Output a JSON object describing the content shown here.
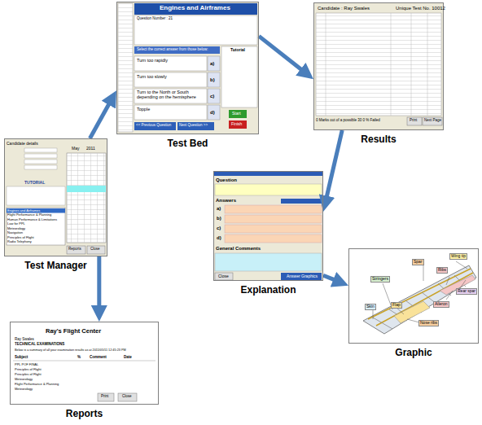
{
  "diagram": {
    "nodes": [
      {
        "text": [
          "Test Bed"
        ]
      },
      {
        "text": [
          "Results"
        ]
      },
      {
        "text": [
          "Test Manager"
        ]
      },
      {
        "text": [
          "Explanation"
        ]
      },
      {
        "text": [
          "Graphic"
        ]
      },
      {
        "text": [
          "Reports"
        ]
      }
    ],
    "edges": [
      {
        "from": 2,
        "to": 0,
        "arrow": "to"
      },
      {
        "from": 0,
        "to": 1,
        "arrow": "to"
      },
      {
        "from": 1,
        "to": 3,
        "arrow": "to"
      },
      {
        "from": 3,
        "to": 4,
        "arrow": "to"
      },
      {
        "from": 2,
        "to": 5,
        "arrow": "to"
      }
    ],
    "labels": [
      "Engines and Airframes",
      "Question Number : 21",
      "Select the correct answer from those below:",
      "Tutorial",
      "Turn too rapidly",
      "a)",
      "Turn too slowly",
      "b)",
      "Turn to the North or South depending on the hemisphere",
      "c)",
      "Topple",
      "d)",
      "<< Previous Question",
      "Next Question >>",
      "Start",
      "Finish",
      "Candidate : Ray Swales",
      "Unique Test No. 10012",
      "0 Marks out of a possible 30 0 % Failed",
      "Print",
      "Next Page",
      "Candidate details",
      "TUTORIAL",
      "Engines and Airframes",
      "Flight Performance & Planning",
      "Human Performance & Limitations",
      "Law for PPL",
      "Meteorology",
      "Navigation",
      "Principles of Flight",
      "Radio Telephony",
      "May",
      "2011",
      "Reports",
      "Close",
      "Question",
      "Answers",
      "a)",
      "b)",
      "c)",
      "d)",
      "General Comments",
      "Close",
      "Answer Graphics",
      "Wing tip",
      "Spar",
      "Ribs",
      "Rear spar",
      "Aileron",
      "Flap",
      "Skin",
      "Stringers",
      "Nose ribs",
      "Ray's Flight Center",
      "Ray Swales",
      "TECHNICAL EXAMINATIONS",
      "Below is a summary of all your examination results as at 2011/05/11 12:45:23 PM",
      "Subject",
      "%",
      "Comment",
      "Date",
      "PPL POF FINAL",
      "Principles of Flight",
      "Principles of Flight",
      "Meteorology",
      "Flight Performance & Planning",
      "Meteorology",
      "Print",
      "Close"
    ]
  }
}
